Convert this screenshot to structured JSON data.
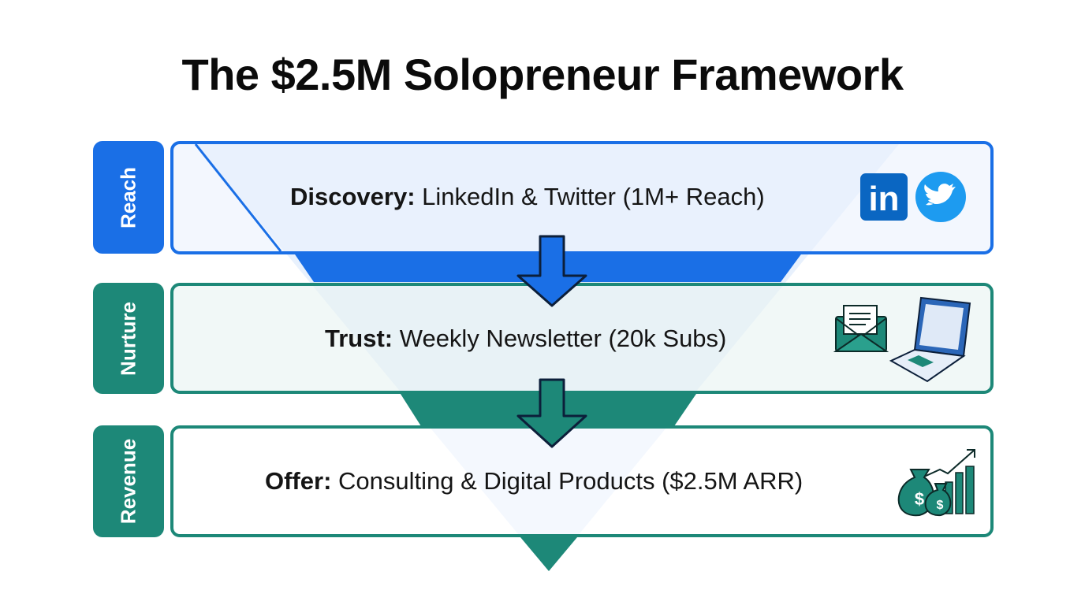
{
  "title": "The $2.5M Solopreneur Framework",
  "stages": [
    {
      "tab_label": "Reach",
      "heading": "Discovery:",
      "description": "LinkedIn & Twitter (1M+ Reach)",
      "icons": [
        "linkedin-icon",
        "twitter-icon"
      ],
      "color": "#1a6fe6"
    },
    {
      "tab_label": "Nurture",
      "heading": "Trust:",
      "description": "Weekly Newsletter (20k Subs)",
      "icons": [
        "envelope-icon",
        "laptop-icon"
      ],
      "color": "#1d8878"
    },
    {
      "tab_label": "Revenue",
      "heading": "Offer:",
      "description": "Consulting & Digital Products ($2.5M ARR)",
      "icons": [
        "money-bags-growth-icon"
      ],
      "color": "#1d8878"
    }
  ],
  "icon_glyphs": {
    "linkedin": "in",
    "dollar": "$"
  }
}
